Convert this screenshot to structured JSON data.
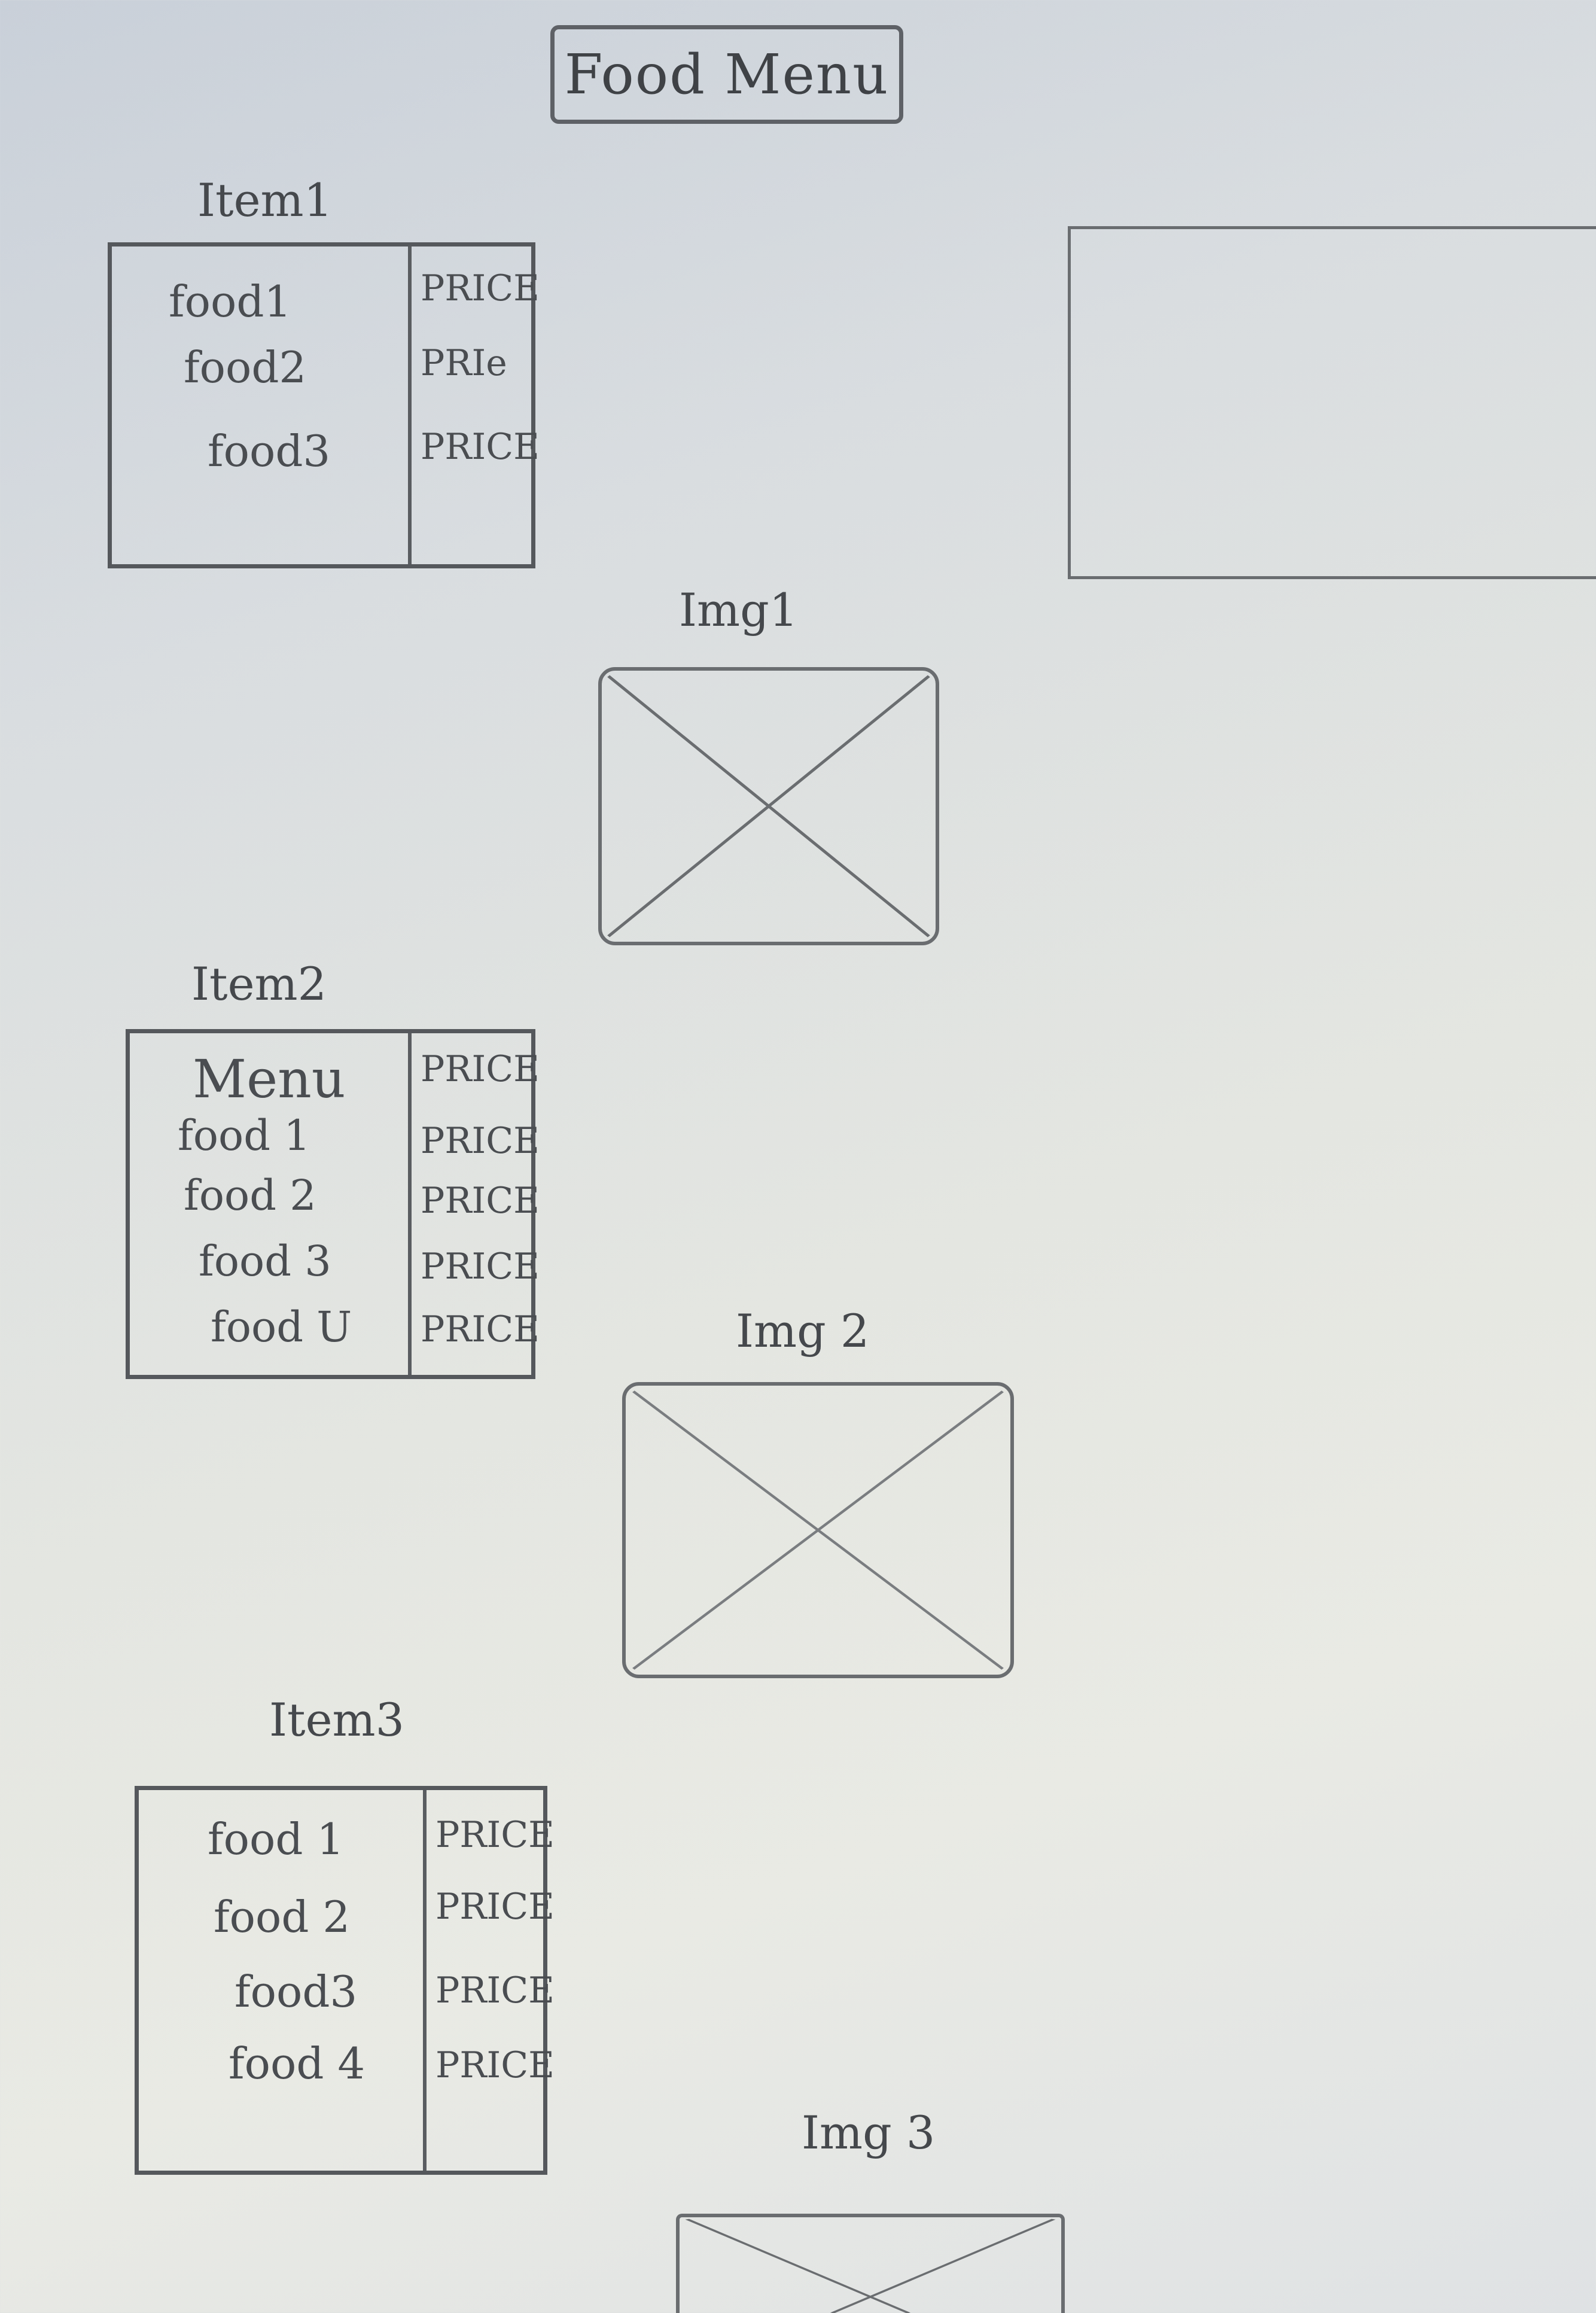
{
  "header": {
    "title": "Food Menu"
  },
  "sections": [
    {
      "label": "Item1",
      "rows": [
        {
          "name": "food1",
          "price": "PRICE"
        },
        {
          "name": "food2",
          "price": "PRIe"
        },
        {
          "name": "food3",
          "price": "PRICE"
        }
      ],
      "image_label": "Img1"
    },
    {
      "label": "Item2",
      "header_row": {
        "name": "Menu",
        "price": "PRICE"
      },
      "rows": [
        {
          "name": "food 1",
          "price": "PRICE"
        },
        {
          "name": "food 2",
          "price": "PRICE"
        },
        {
          "name": "food 3",
          "price": "PRICE"
        },
        {
          "name": "food U",
          "price": "PRICE"
        }
      ],
      "image_label": "Img 2"
    },
    {
      "label": "Item3",
      "rows": [
        {
          "name": "food 1",
          "price": "PRICE"
        },
        {
          "name": "food 2",
          "price": "PRICE"
        },
        {
          "name": "food3",
          "price": "PRICE"
        },
        {
          "name": "food 4",
          "price": "PRICE"
        }
      ],
      "image_label": "Img 3"
    }
  ],
  "colors": {
    "pencil": "#4a4d51",
    "paper": "#e4e6e1"
  }
}
